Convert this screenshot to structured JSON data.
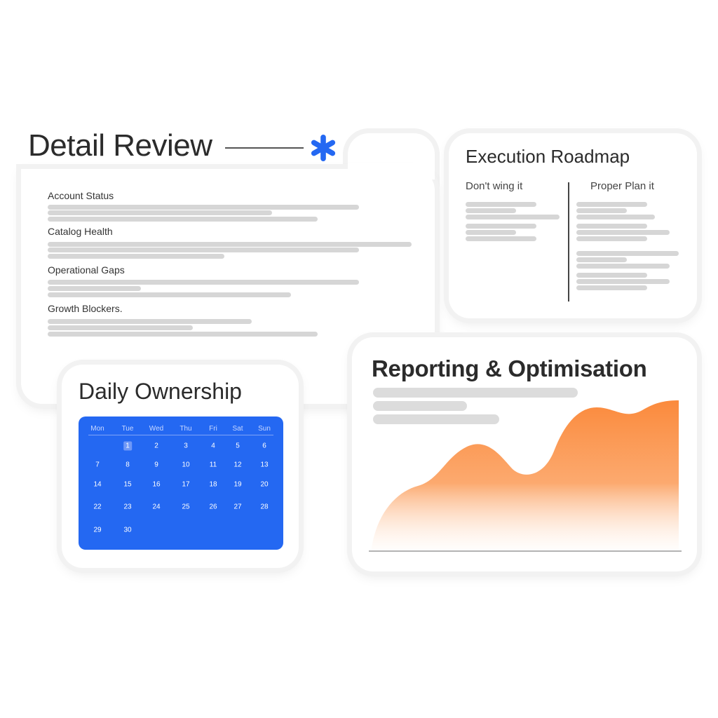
{
  "detail_review": {
    "title": "Detail Review",
    "sections": [
      {
        "label": "Account Status"
      },
      {
        "label": "Catalog Health"
      },
      {
        "label": "Operational Gaps"
      },
      {
        "label": "Growth Blockers."
      }
    ]
  },
  "execution_roadmap": {
    "title": "Execution Roadmap",
    "columns": [
      {
        "heading": "Don't wing it"
      },
      {
        "heading": "Proper Plan it"
      }
    ]
  },
  "daily_ownership": {
    "title": "Daily Ownership",
    "weekdays": [
      "Mon",
      "Tue",
      "Wed",
      "Thu",
      "Fri",
      "Sat",
      "Sun"
    ],
    "selected_day": "1",
    "weeks": [
      [
        "",
        "1",
        "2",
        "3",
        "4",
        "5",
        "6"
      ],
      [
        "7",
        "8",
        "9",
        "10",
        "11",
        "12",
        "13"
      ],
      [
        "14",
        "15",
        "16",
        "17",
        "18",
        "19",
        "20"
      ],
      [
        "22",
        "23",
        "24",
        "25",
        "26",
        "27",
        "28"
      ],
      [
        "29",
        "30",
        "",
        "",
        "",
        "",
        ""
      ]
    ],
    "calendar_color": "#2468f2"
  },
  "reporting": {
    "title": "Reporting & Optimisation",
    "accent_color": "#fb8a3c"
  },
  "icons": {
    "asterisk": "asterisk-icon",
    "asterisk_color": "#2468f2"
  }
}
